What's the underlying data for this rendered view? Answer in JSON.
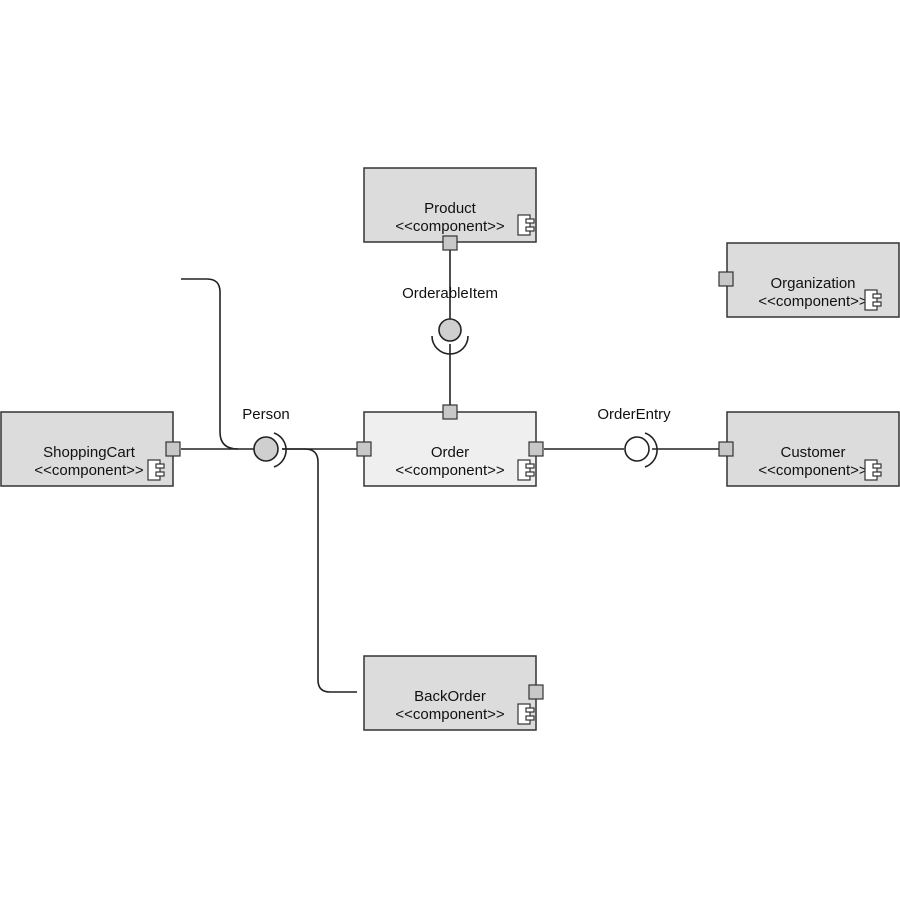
{
  "components": [
    {
      "id": "product",
      "name": "Product",
      "stereotype": "<<component>>",
      "fill": "#dcdcdc"
    },
    {
      "id": "order",
      "name": "Order",
      "stereotype": "<<component>>",
      "fill": "#efefef"
    },
    {
      "id": "shopping-cart",
      "name": "ShoppingCart",
      "stereotype": "<<component>>",
      "fill": "#dcdcdc"
    },
    {
      "id": "organization",
      "name": "Organization",
      "stereotype": "<<component>>",
      "fill": "#dcdcdc"
    },
    {
      "id": "customer",
      "name": "Customer",
      "stereotype": "<<component>>",
      "fill": "#dcdcdc"
    },
    {
      "id": "back-order",
      "name": "BackOrder",
      "stereotype": "<<component>>",
      "fill": "#dcdcdc"
    }
  ],
  "interfaces": [
    {
      "id": "orderable-item",
      "name": "OrderableItem"
    },
    {
      "id": "order-entry",
      "name": "OrderEntry"
    },
    {
      "id": "person",
      "name": "Person"
    }
  ]
}
